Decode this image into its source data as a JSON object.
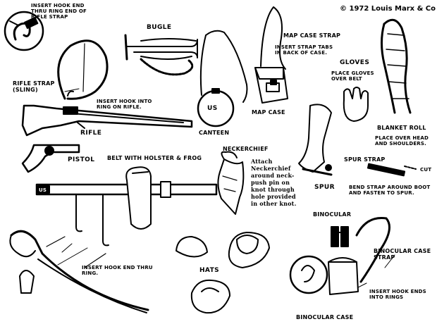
{
  "copyright": "© 1972 Louis Marx & Co",
  "labels": {
    "insert_hook_top": "INSERT HOOK END\nTHRU RING END OF\nRIFLE STRAP",
    "bugle": "BUGLE",
    "map_case_strap": "MAP CASE STRAP",
    "insert_strap_tabs": "INSERT STRAP TABS\nIN BACK OF CASE.",
    "gloves": "GLOVES",
    "place_gloves": "PLACE GLOVES\nOVER BELT",
    "rifle_strap": "RIFLE STRAP\n(SLING)",
    "insert_hook_ring": "INSERT HOOK INTO\nRING ON RIFLE.",
    "map_case": "MAP CASE",
    "canteen": "CANTEEN",
    "canteen_mark": "US",
    "blanket_roll": "BLANKET ROLL",
    "place_over_head": "PLACE OVER HEAD\nAND SHOULDERS.",
    "rifle": "RIFLE",
    "neckerchief": "NECKERCHIEF",
    "pistol": "PISTOL",
    "belt": "BELT WITH HOLSTER & FROG",
    "spur_strap": "SPUR STRAP",
    "cut": "CUT",
    "attach_neckerchief": "Attach\nNeckerchief\naround neck-\npush pin on\nknot through\nhole provided\nin other knot.",
    "spur": "SPUR",
    "bend_strap": "BEND STRAP AROUND BOOT\nAND FASTEN TO SPUR.",
    "binocular": "BINOCULAR",
    "binocular_case_strap": "BINOCULAR CASE\nSTRAP",
    "insert_hook_thru_ring": "INSERT HOOK END THRU\nRING.",
    "hats": "HATS",
    "insert_hook_ends": "INSERT HOOK ENDS\nINTO RINGS",
    "binocular_case": "BINOCULAR CASE",
    "belt_plate_us": "US"
  }
}
